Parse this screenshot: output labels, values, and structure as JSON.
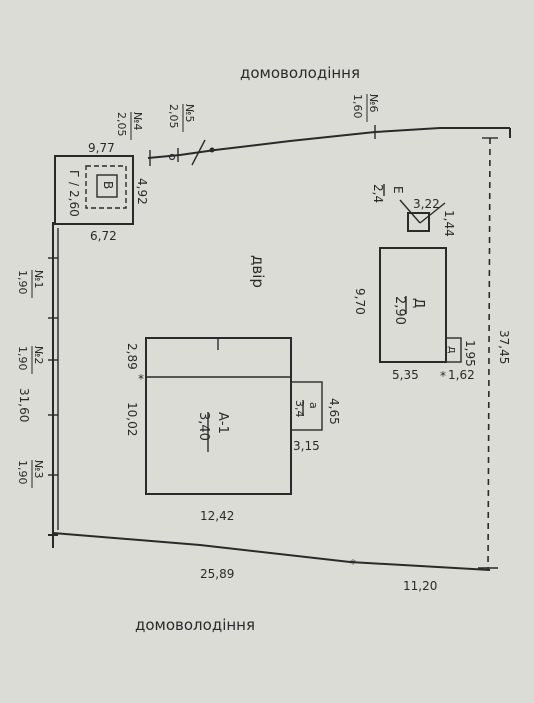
{
  "neighbors": {
    "top": "домоволодіння",
    "bottom": "домоволодіння"
  },
  "yard_label": "двір",
  "buildings": {
    "a1": {
      "code": "А-1",
      "height": "3,40",
      "width": "12,42",
      "length": "10,02",
      "corner_left": "2,89",
      "porch_left": "4,65",
      "porch_right": "3,15",
      "porch_code": "а",
      "porch_height": "3,4"
    },
    "d": {
      "code": "Д",
      "height": "2,90",
      "length": "9,70",
      "width": "5,35",
      "annex_w": "1,95",
      "annex_l": "1,62",
      "annex_code": "д"
    },
    "e": {
      "code": "Е",
      "height": "2,4",
      "size_a": "3,22",
      "size_b": "1,44"
    },
    "g": {
      "code": "Г",
      "height": "2,60",
      "top": "9,77",
      "bottom": "6,72",
      "right": "4,92",
      "inner_code": "В"
    }
  },
  "segments": {
    "left_gap": "31,60",
    "bottom_left": "25,89",
    "bottom_right": "11,20",
    "right": "37,45"
  },
  "fences": [
    {
      "num": "№1",
      "h": "1,90"
    },
    {
      "num": "№2",
      "h": "1,90"
    },
    {
      "num": "№3",
      "h": "1,90"
    },
    {
      "num": "№4",
      "h": "2,05"
    },
    {
      "num": "№5",
      "h": "2,05"
    },
    {
      "num": "№6",
      "h": "1,60"
    }
  ]
}
